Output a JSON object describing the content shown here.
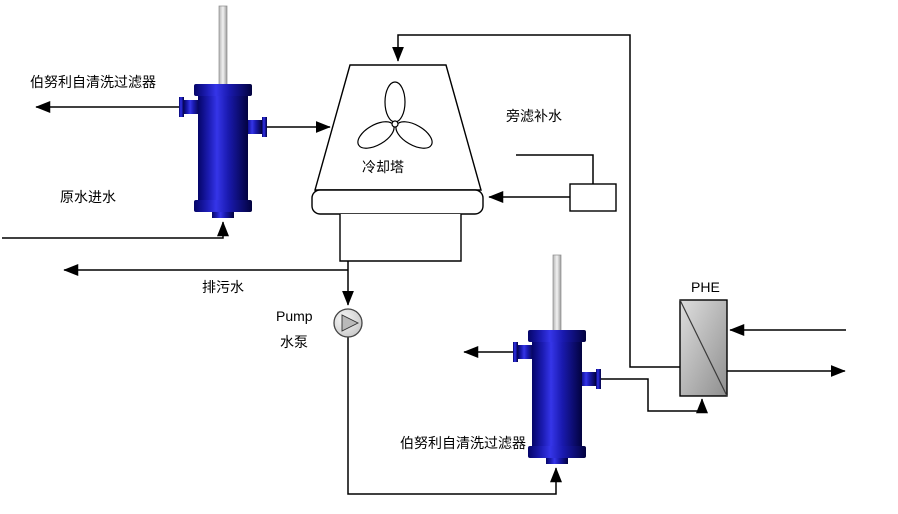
{
  "labels": {
    "filter1": "伯努利自清洗过滤器",
    "raw_water_inlet": "原水进水",
    "blowdown": "排污水",
    "pump_en": "Pump",
    "pump_zh": "水泵",
    "cooling_tower": "冷却塔",
    "side_filter_makeup": "旁滤补水",
    "filter2": "伯努利自清洗过滤器",
    "phe": "PHE"
  },
  "colors": {
    "line": "#000000",
    "vessel_blue_dark": "#02023f",
    "vessel_blue_bright": "#3535e8",
    "rod_gray": "#d9d9d9",
    "phe_gray": "#b3b3b3",
    "pump_gray": "#c9c9c9",
    "background": "#ffffff"
  }
}
